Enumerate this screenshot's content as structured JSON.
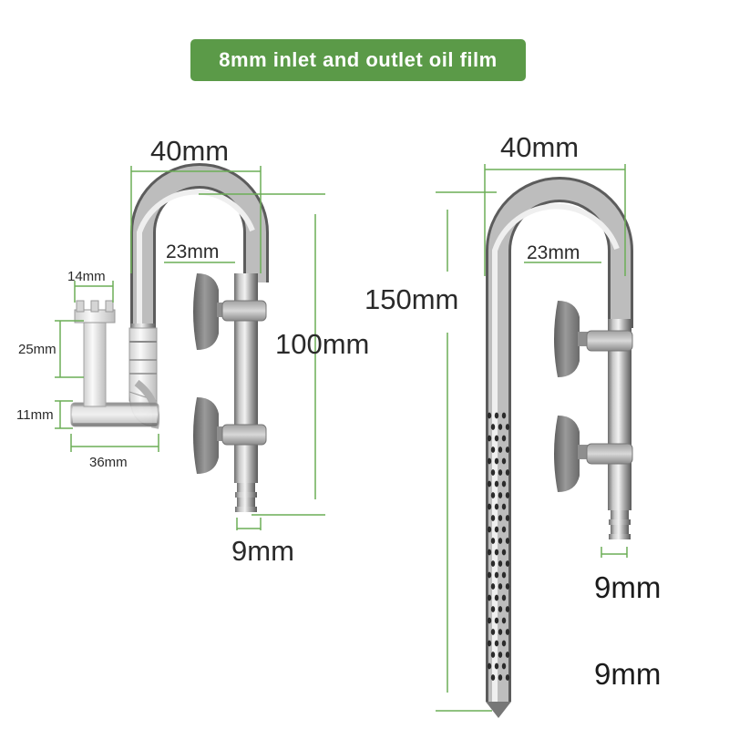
{
  "banner": {
    "title": "8mm inlet and outlet oil film"
  },
  "colors": {
    "accent": "#5b9a48",
    "dimension_line": "#6cae57"
  },
  "inlet_pipe": {
    "width_label": "40mm",
    "inner_width_label": "23mm",
    "height_label": "100mm",
    "tip_label": "9mm"
  },
  "skimmer_head": {
    "top_label": "14mm",
    "body_label": "25mm",
    "base_label": "11mm",
    "width_label": "36mm"
  },
  "outlet_pipe": {
    "width_label": "40mm",
    "inner_width_label": "23mm",
    "height_label": "150mm",
    "tip_label": "9mm",
    "bottom_label": "9mm"
  }
}
